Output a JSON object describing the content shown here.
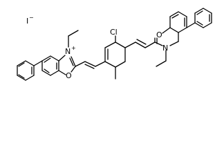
{
  "molecule": {
    "counterion": "I",
    "counterion_charge": "−",
    "chlorine": "Cl",
    "left_oxygen": "O",
    "left_nitrogen": "N",
    "left_nitrogen_charge": "+",
    "right_oxygen": "O",
    "right_nitrogen": "N"
  }
}
